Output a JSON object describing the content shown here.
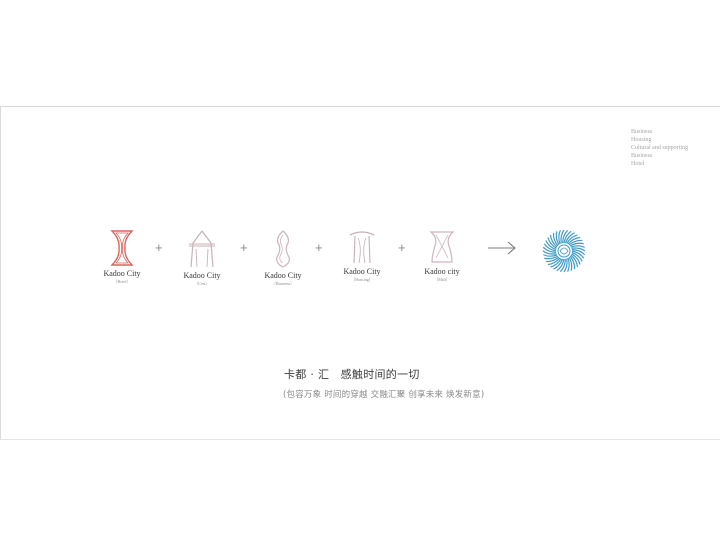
{
  "legend": [
    "Business",
    "Housing",
    "Cultural and supporting",
    "Business",
    "Hotel"
  ],
  "brands": [
    {
      "name": "Kadoo City",
      "sub": "（Hotel）"
    },
    {
      "name": "Kadoo City",
      "sub": "（Cest）"
    },
    {
      "name": "Kadoo City",
      "sub": "（Business）"
    },
    {
      "name": "Kadoo City",
      "sub": "（Housing）"
    },
    {
      "name": "Kadoo city",
      "sub": "（Mall）"
    }
  ],
  "plus": "+",
  "slogan": "卡都 · 汇　感触时间的一切",
  "subslogan": "(包容万象  时间的穿越   交融汇聚 创享未来  焕发新意)",
  "colors": {
    "hotel": "#d8645c",
    "soft": "#c8b3b8",
    "emblem": "#3f9ac9"
  }
}
